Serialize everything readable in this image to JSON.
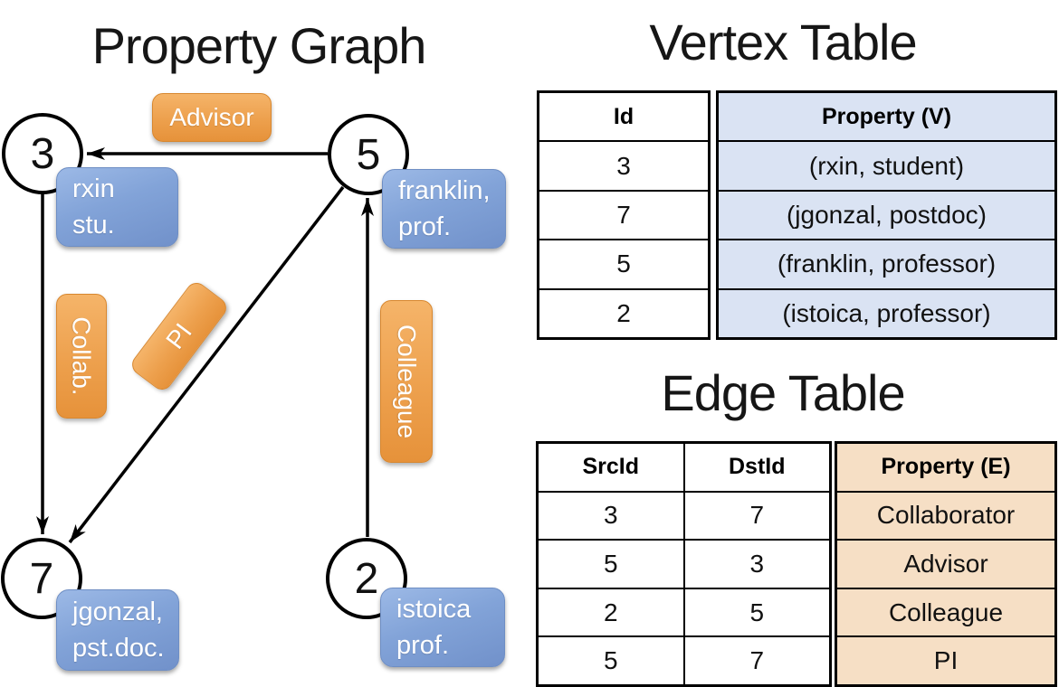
{
  "titles": {
    "graph": "Property Graph",
    "vertex": "Vertex Table",
    "edge": "Edge Table"
  },
  "graph": {
    "nodes": [
      {
        "id": "3",
        "prop_line1": "rxin",
        "prop_line2": "stu."
      },
      {
        "id": "5",
        "prop_line1": "franklin,",
        "prop_line2": "prof."
      },
      {
        "id": "7",
        "prop_line1": "jgonzal,",
        "prop_line2": "pst.doc."
      },
      {
        "id": "2",
        "prop_line1": "istoica",
        "prop_line2": "prof."
      }
    ],
    "edge_labels": [
      {
        "label": "Advisor"
      },
      {
        "label": "Collab."
      },
      {
        "label": "PI"
      },
      {
        "label": "Colleague"
      }
    ]
  },
  "vertex_table": {
    "headers": {
      "id": "Id",
      "property": "Property (V)"
    },
    "rows": [
      {
        "id": "3",
        "property": "(rxin, student)"
      },
      {
        "id": "7",
        "property": "(jgonzal, postdoc)"
      },
      {
        "id": "5",
        "property": "(franklin, professor)"
      },
      {
        "id": "2",
        "property": "(istoica, professor)"
      }
    ]
  },
  "edge_table": {
    "headers": {
      "src": "SrcId",
      "dst": "DstId",
      "property": "Property (E)"
    },
    "rows": [
      {
        "src": "3",
        "dst": "7",
        "property": "Collaborator"
      },
      {
        "src": "5",
        "dst": "3",
        "property": "Advisor"
      },
      {
        "src": "2",
        "dst": "5",
        "property": "Colleague"
      },
      {
        "src": "5",
        "dst": "7",
        "property": "PI"
      }
    ]
  },
  "colors": {
    "edge_label_orange": "#eda04d",
    "vertex_property_blue": "#82a3d8",
    "vertex_table_fill": "#dae3f3",
    "edge_table_fill": "#f6dfc5",
    "line_black": "#000000"
  }
}
